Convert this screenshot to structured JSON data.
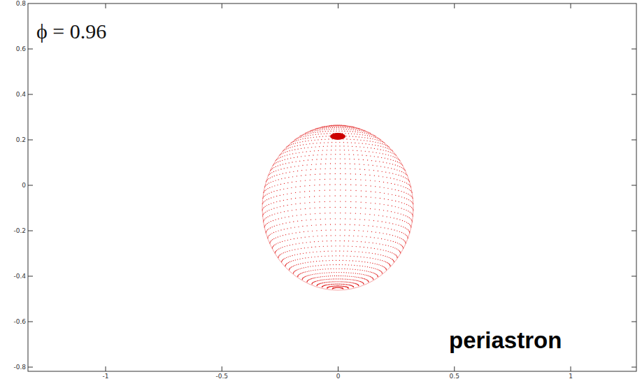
{
  "diagram": {
    "labels": [
      "0.8",
      "0.6",
      "0.4",
      "0.2",
      "0",
      "-0.2",
      "-0.4",
      "-0.6",
      "-0.8",
      "-1",
      "-0.5",
      "0",
      "0.5",
      "1",
      "ϕ = 0.96",
      "periastron"
    ]
  }
}
